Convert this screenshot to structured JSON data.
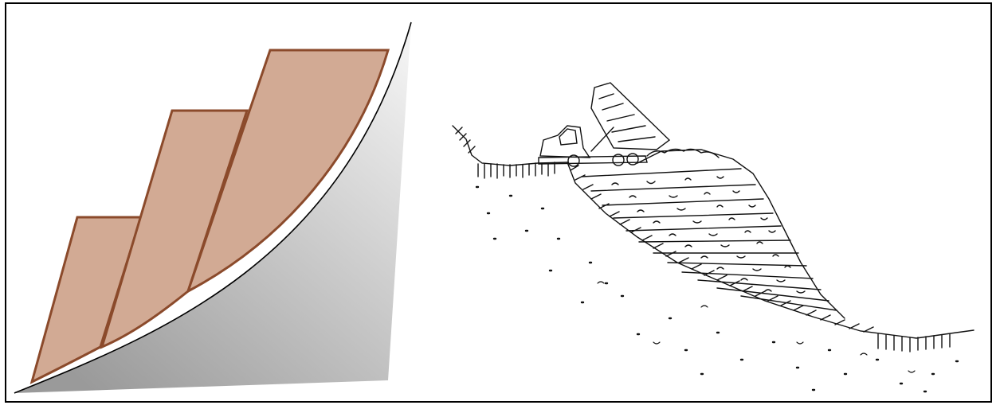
{
  "figure": {
    "panels": [
      {
        "id": "left",
        "subject": "benched-slope-diagram",
        "bench_count": 3
      },
      {
        "id": "right",
        "subject": "dump-truck-placing-fill-sketch",
        "vehicle": "dump-truck-icon"
      }
    ]
  },
  "colors": {
    "border": "#000000",
    "bench_fill": "#d2aa94",
    "bench_edge": "#8b4a2b",
    "slope_light": "#f2f2f2",
    "slope_dark": "#9a9a9a",
    "ink": "#111111"
  }
}
